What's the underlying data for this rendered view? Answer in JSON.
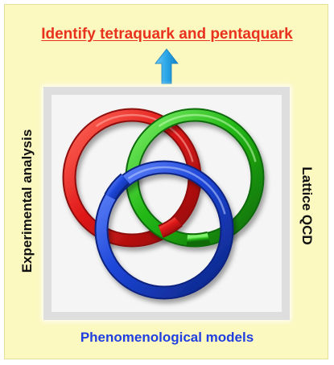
{
  "goal": {
    "label": "Identify tetraquark and pentaquark",
    "color": "#e8321e"
  },
  "arrow": {
    "icon": "up-arrow-icon",
    "color": "#2aa6e8"
  },
  "rings": {
    "icon": "borromean-rings-icon",
    "colors": {
      "red": "#e01818",
      "green": "#22b814",
      "blue": "#1c46d8"
    }
  },
  "methods": {
    "left_label": "Experimental analysis",
    "right_label": "Lattice QCD",
    "bottom_label": "Phenomenological models",
    "bottom_color": "#1f3fe0"
  },
  "background_color": "#fbf8c0"
}
